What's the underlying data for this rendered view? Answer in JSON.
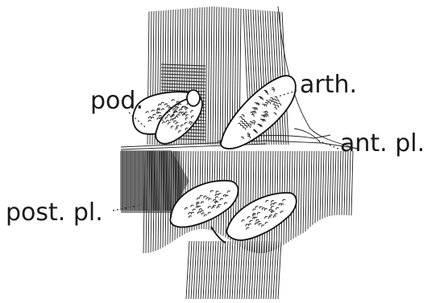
{
  "labels": {
    "pod": "pod.",
    "arth": "arth.",
    "ant_pl": "ant. pl.",
    "post_pl": "post. pl."
  },
  "colors": {
    "ink": "#1a1a1a",
    "paper": "#ffffff"
  }
}
